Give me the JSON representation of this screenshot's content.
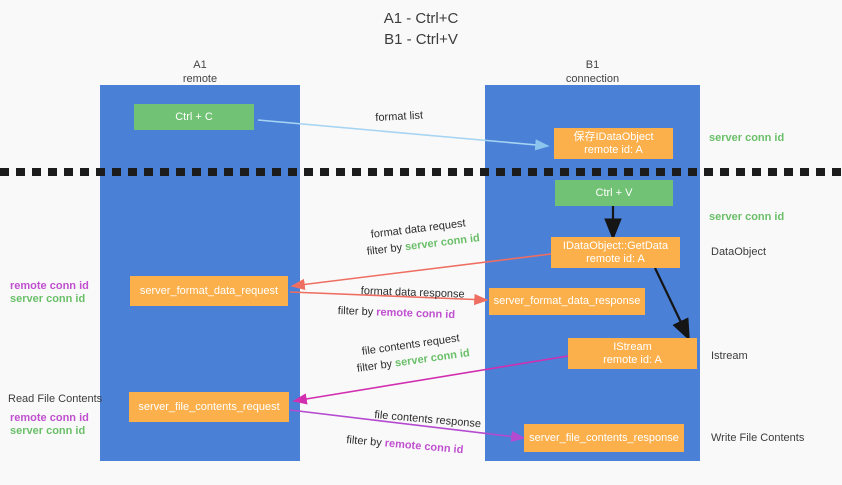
{
  "title": {
    "line1": "A1 - Ctrl+C",
    "line2": "B1 - Ctrl+V"
  },
  "columns": [
    {
      "name": "A1",
      "sub": "remote"
    },
    {
      "name": "B1",
      "sub": "connection"
    }
  ],
  "nodes": {
    "ctrl_c": "Ctrl + C",
    "save_idataobject": "保存IDataObject\nremote id: A",
    "ctrl_v": "Ctrl + V",
    "getdata": "IDataObject::GetData\nremote id: A",
    "server_format_data_request": "server_format_data_request",
    "server_format_data_response": "server_format_data_response",
    "istream": "IStream\nremote id: A",
    "server_file_contents_request": "server_file_contents_request",
    "server_file_contents_response": "server_file_contents_response"
  },
  "right_labels": {
    "server_conn_id_top": "server conn id",
    "server_conn_id_mid": "server conn id",
    "dataobject": "DataObject",
    "istream": "Istream",
    "write_file_contents": "Write File Contents"
  },
  "left_labels": {
    "remote_conn_id_1": "remote conn id",
    "server_conn_id_1": "server conn id",
    "read_file_contents": "Read File Contents",
    "remote_conn_id_2": "remote conn id",
    "server_conn_id_2": "server conn id"
  },
  "annotations": {
    "format_list": "format list",
    "format_data_request": "format data request",
    "format_data_request_filter_prefix": "filter by ",
    "format_data_request_filter_value": "server conn id",
    "format_data_response": "format data response",
    "format_data_response_filter_prefix": "filter by ",
    "format_data_response_filter_value": "remote conn id",
    "file_contents_request": "file contents request",
    "file_contents_request_filter_prefix": "filter by ",
    "file_contents_request_filter_value": "server conn id",
    "file_contents_response": "file contents response",
    "file_contents_response_filter_prefix": "filter by ",
    "file_contents_response_filter_value": "remote conn id"
  },
  "colors": {
    "lane": "#4a80d6",
    "node_orange": "#fbb04c",
    "node_green": "#71c274",
    "green_text": "#6abf69",
    "purple_text": "#c050d0",
    "arrow_lightblue": "#a6d4f2",
    "arrow_red": "#ef6e62",
    "arrow_magenta": "#d22fb0",
    "arrow_purple": "#b44ad0",
    "arrow_black": "#151515",
    "background": "#f9f9f9"
  }
}
